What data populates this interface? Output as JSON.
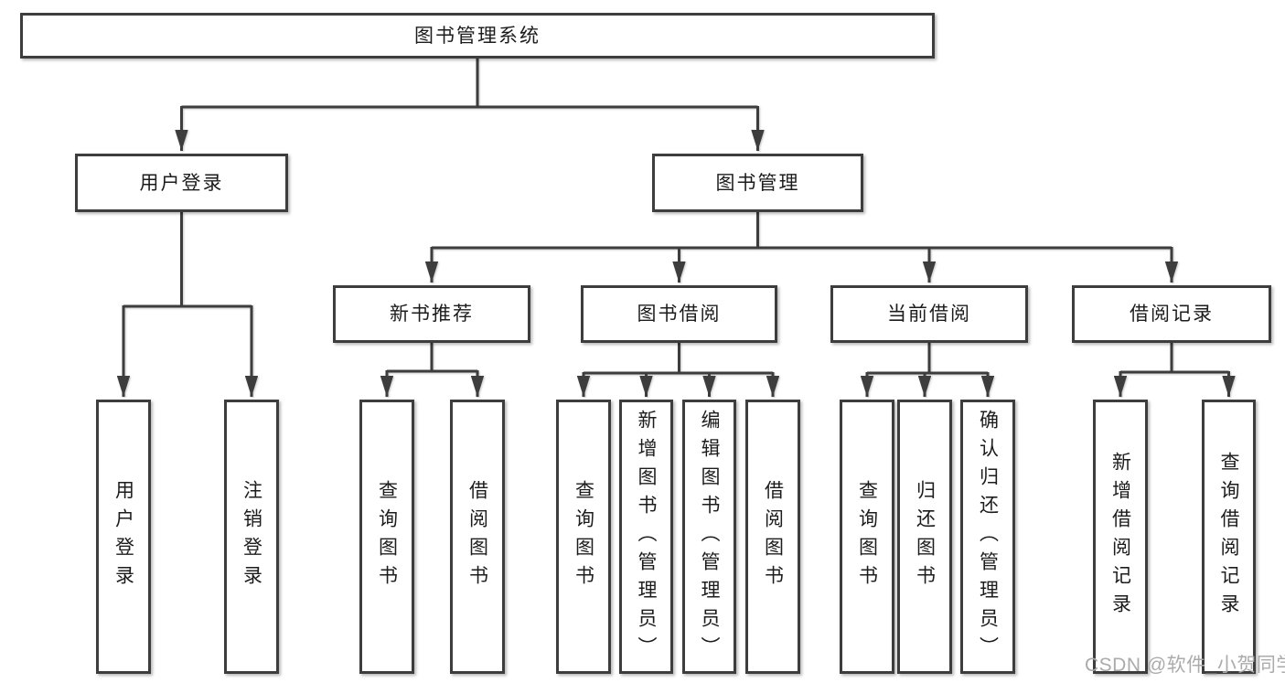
{
  "nodes": {
    "root": "图书管理系统",
    "userLogin": "用户登录",
    "bookMgmt": "图书管理",
    "newBookRec": "新书推荐",
    "bookBorrow": "图书借阅",
    "currentBorrow": "当前借阅",
    "borrowRecord": "借阅记录",
    "leafUserLogin": "用户登录",
    "leafLogout": "注销登录",
    "leafQueryBookA": "查询图书",
    "leafBorrowBookA": "借阅图书",
    "leafQueryBookB": "查询图书",
    "leafAddBook": "新增图书（管理员）",
    "leafEditBook": "编辑图书（管理员）",
    "leafBorrowBookB": "借阅图书",
    "leafQueryBookC": "查询图书",
    "leafReturnBook": "归还图书",
    "leafConfirmReturn": "确认归还（管理员）",
    "leafAddBorrowRecord": "新增借阅记录",
    "leafQueryBorrowRecord": "查询借阅记录"
  },
  "hierarchy": {
    "图书管理系统": {
      "用户登录": [
        "用户登录",
        "注销登录"
      ],
      "图书管理": {
        "新书推荐": [
          "查询图书",
          "借阅图书"
        ],
        "图书借阅": [
          "查询图书",
          "新增图书（管理员）",
          "编辑图书（管理员）",
          "借阅图书"
        ],
        "当前借阅": [
          "查询图书",
          "归还图书",
          "确认归还（管理员）"
        ],
        "借阅记录": [
          "新增借阅记录",
          "查询借阅记录"
        ]
      }
    }
  },
  "watermark": "CSDN @软件_小贺同学",
  "colors": {
    "line": "#3d3d3d",
    "text": "#1c1c1c",
    "watermark": "#ababab",
    "background": "#ffffff"
  }
}
